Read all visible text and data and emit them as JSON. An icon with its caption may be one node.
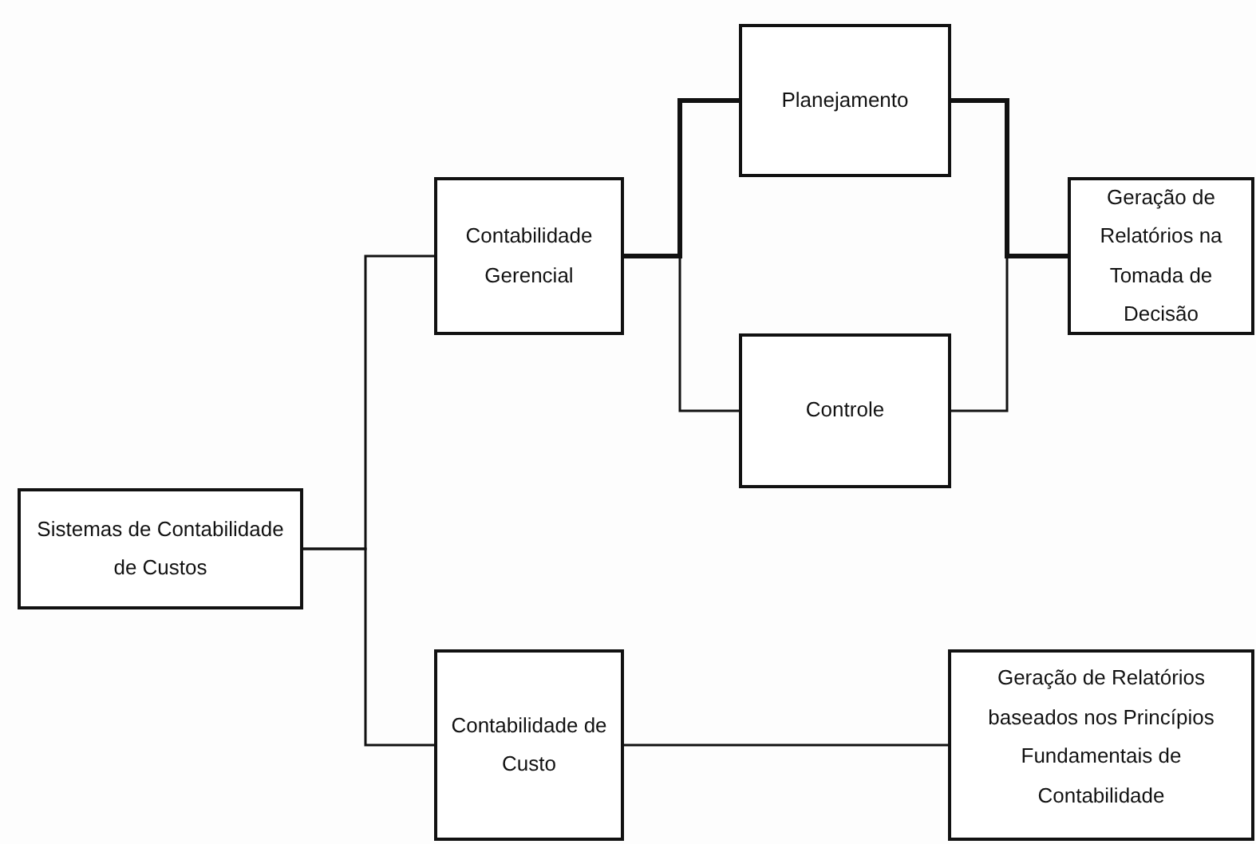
{
  "diagram": {
    "nodes": [
      {
        "text": [
          "Sistemas de Contabilidade de Custos"
        ]
      },
      {
        "text": [
          "Contabilidade Gerencial"
        ]
      },
      {
        "text": [
          "Planejamento"
        ]
      },
      {
        "text": [
          "Controle"
        ]
      },
      {
        "text": [
          "Geração de Relatórios na Tomada de Decisão"
        ]
      },
      {
        "text": [
          "Contabilidade de Custo"
        ]
      },
      {
        "text": [
          "Geração de Relatórios baseados nos Princípios Fundamentais de Contabilidade"
        ]
      }
    ],
    "edges": [
      {
        "from": 0,
        "to": 1,
        "arrow": "none"
      },
      {
        "from": 0,
        "to": 5,
        "arrow": "none"
      },
      {
        "from": 1,
        "to": 2,
        "arrow": "none",
        "style": "thick"
      },
      {
        "from": 1,
        "to": 3,
        "arrow": "none"
      },
      {
        "from": 2,
        "to": 4,
        "arrow": "none",
        "style": "thick"
      },
      {
        "from": 3,
        "to": 4,
        "arrow": "none"
      },
      {
        "from": 5,
        "to": 6,
        "arrow": "none"
      }
    ]
  }
}
